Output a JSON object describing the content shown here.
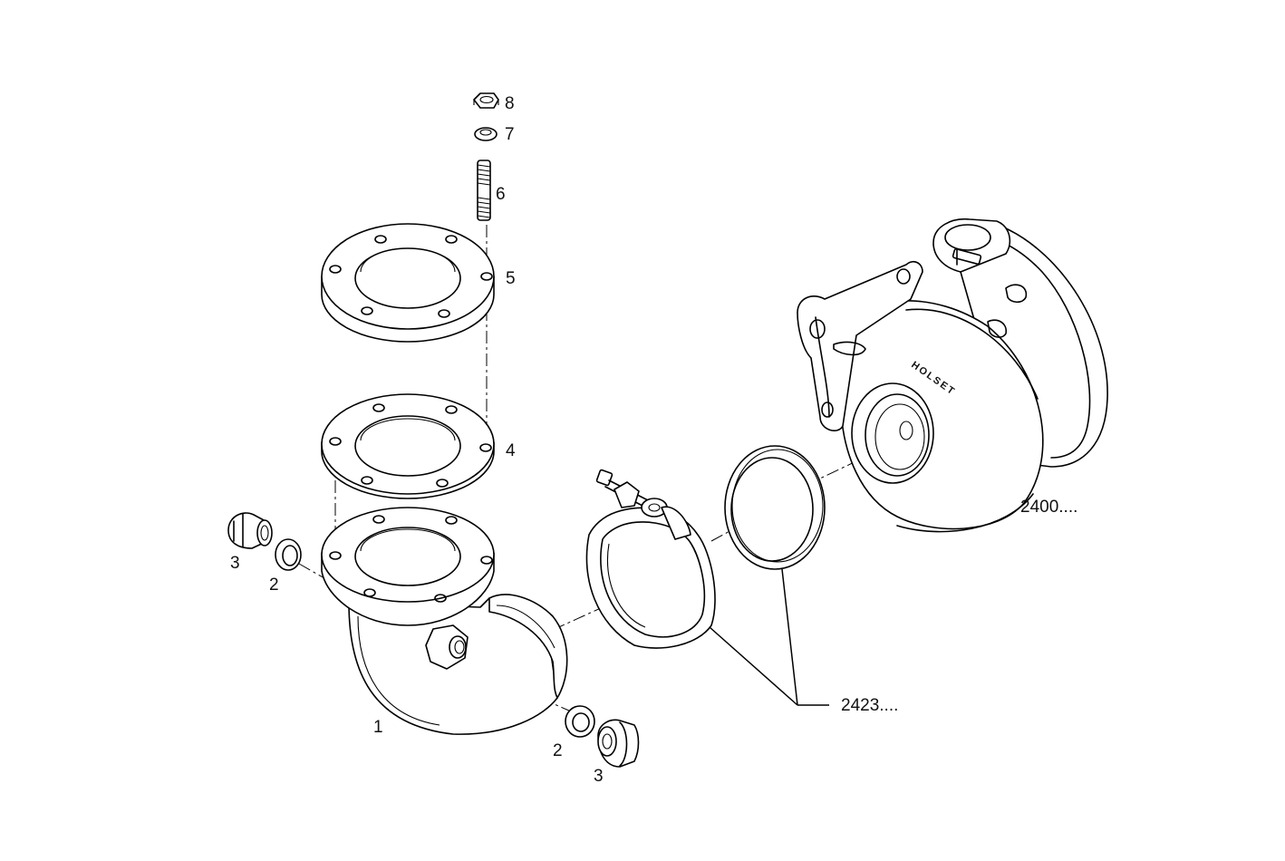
{
  "labels": {
    "elbow": "1",
    "seal_left": "2",
    "plug_left": "3",
    "seal_right": "2",
    "plug_right": "3",
    "gasket": "4",
    "flange": "5",
    "stud": "6",
    "washer": "7",
    "nut": "8",
    "clamp_group": "2423....",
    "turbocharger": "2400...."
  },
  "housing_marking": "HOLSET"
}
